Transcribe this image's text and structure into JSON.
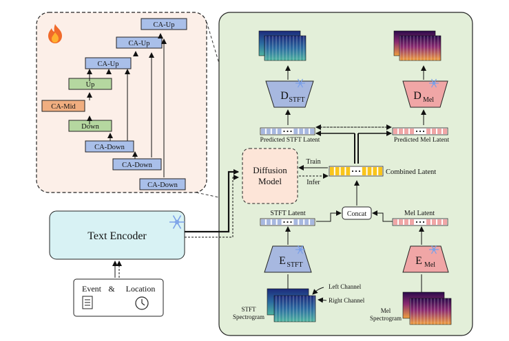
{
  "unet": {
    "blocks": [
      {
        "label": "CA-Up",
        "kind": "blue"
      },
      {
        "label": "CA-Up",
        "kind": "blue"
      },
      {
        "label": "CA-Up",
        "kind": "blue"
      },
      {
        "label": "Up",
        "kind": "green"
      },
      {
        "label": "CA-Mid",
        "kind": "orange"
      },
      {
        "label": "Down",
        "kind": "green"
      },
      {
        "label": "CA-Down",
        "kind": "blue"
      },
      {
        "label": "CA-Down",
        "kind": "blue"
      },
      {
        "label": "CA-Down",
        "kind": "blue"
      }
    ],
    "trainable_icon": "fire-icon"
  },
  "diffusion": {
    "label_line1": "Diffusion",
    "label_line2": "Model"
  },
  "train_label": "Train",
  "infer_label": "Infer",
  "combined_latent_label": "Combined  Latent",
  "predicted_stft_latent_label": "Predicted STFT Latent",
  "predicted_mel_latent_label": "Predicted Mel Latent",
  "stft_latent_label": "STFT Latent",
  "mel_latent_label": "Mel Latent",
  "concat_label": "Concat",
  "decoder_stft": {
    "main": "D",
    "sub": "STFT"
  },
  "decoder_mel": {
    "main": "D",
    "sub": "Mel"
  },
  "encoder_stft": {
    "main": "E",
    "sub": "STFT"
  },
  "encoder_mel": {
    "main": "E",
    "sub": "Mel"
  },
  "text_encoder_label": "Text Encoder",
  "input": {
    "event": "Event",
    "amp": "&",
    "location": "Location",
    "icons": [
      "document-icon",
      "clock-icon"
    ]
  },
  "left_channel_label": "Left Channel",
  "right_channel_label": "Right Channel",
  "stft_spectrogram": {
    "line1": "STFT",
    "line2": "Spectrogram"
  },
  "mel_spectrogram": {
    "line1": "Mel",
    "line2": "Spectrogram"
  },
  "frozen_icon": "snowflake-icon",
  "colors": {
    "panel_green": "#e3efd9",
    "panel_peach": "#fcefe8",
    "block_blue": "#a9bfe9",
    "block_green": "#b5d7a0",
    "block_orange": "#f0ae80",
    "text_encoder": "#d8f2f4",
    "diffusion": "#fde5d8",
    "stft_blue": "#a7b8e0",
    "mel_pink": "#f0a6a6",
    "combined_yellow": "#f9c51b"
  }
}
